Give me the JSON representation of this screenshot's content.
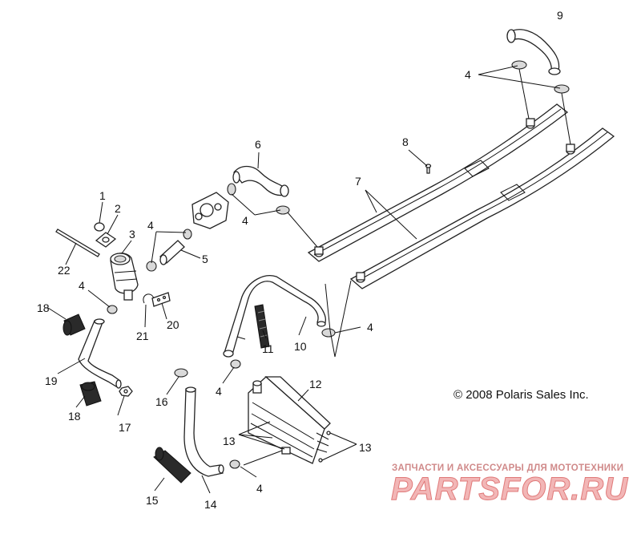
{
  "diagram": {
    "callouts": {
      "c1": "1",
      "c2": "2",
      "c3": "3",
      "c4a": "4",
      "c4b": "4",
      "c4c": "4",
      "c4d": "4",
      "c4e": "4",
      "c4f": "4",
      "c4g": "4",
      "c5": "5",
      "c6": "6",
      "c7": "7",
      "c8": "8",
      "c9": "9",
      "c10": "10",
      "c11": "11",
      "c12": "12",
      "c13a": "13",
      "c13b": "13",
      "c14": "14",
      "c15": "15",
      "c16": "16",
      "c17": "17",
      "c18a": "18",
      "c18b": "18",
      "c19": "19",
      "c20": "20",
      "c21": "21",
      "c22": "22"
    },
    "copyright": "© 2008 Polaris Sales Inc.",
    "watermark": {
      "tagline": "ЗАПЧАСТИ И АКСЕССУАРЫ ДЛЯ МОТОТЕХНИКИ",
      "brand": "PARTSFOR.RU"
    }
  }
}
